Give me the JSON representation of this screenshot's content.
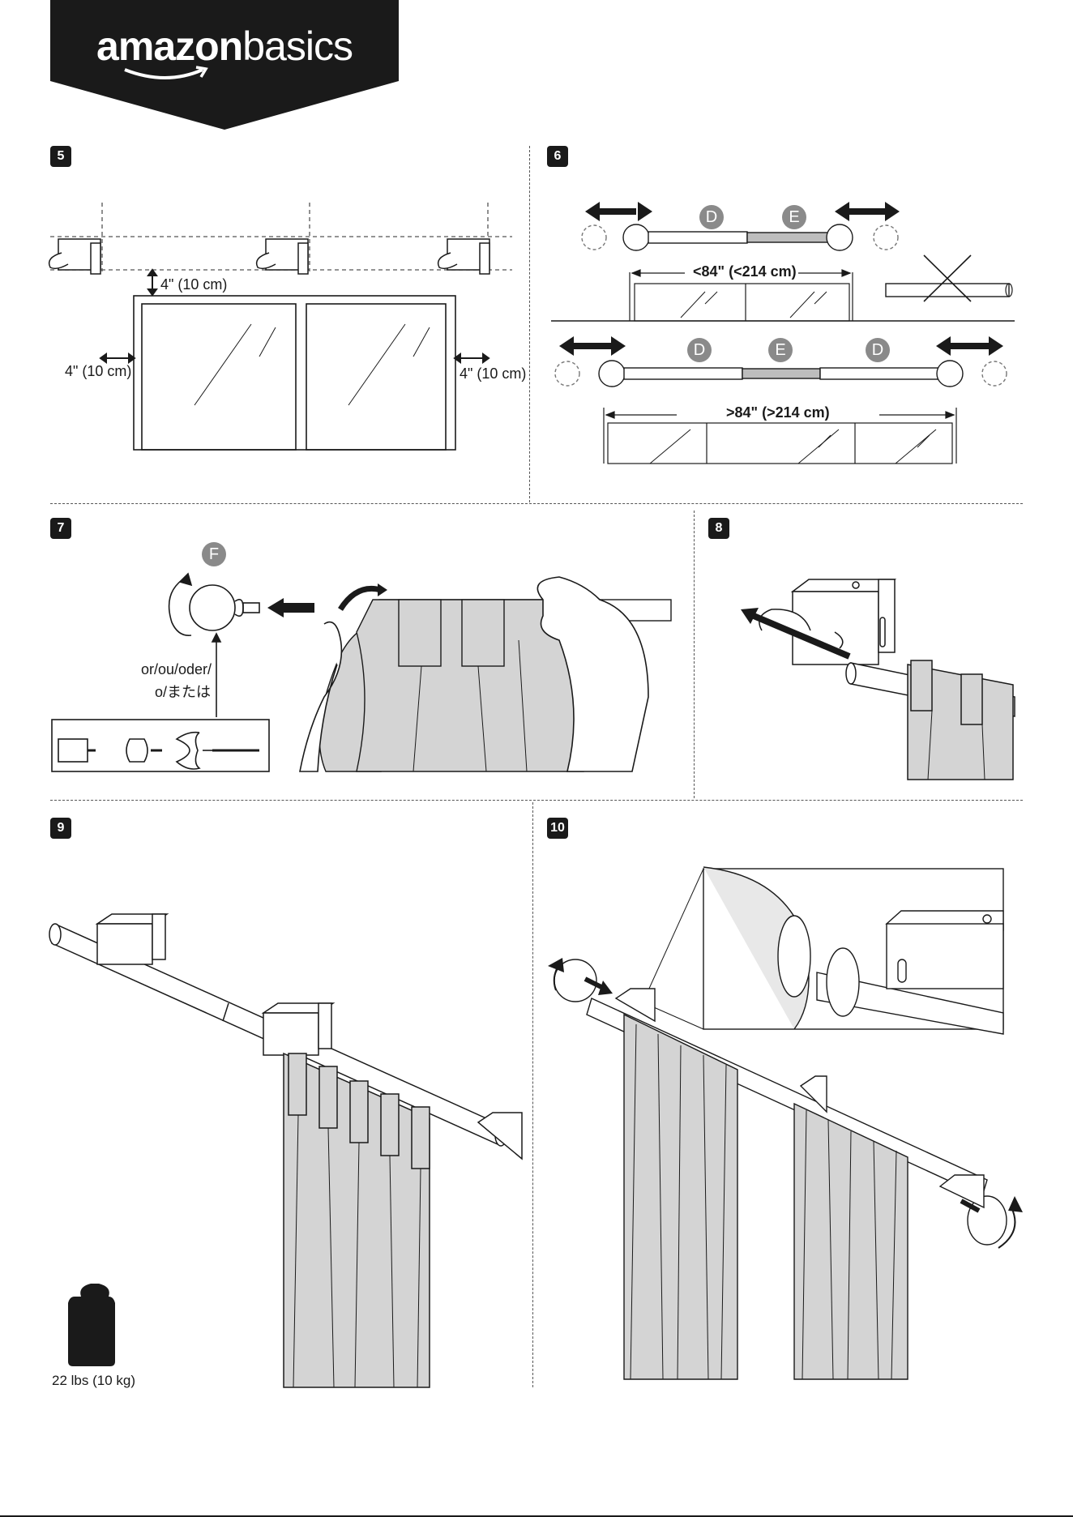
{
  "brand": {
    "bold": "amazon",
    "regular": "basics"
  },
  "steps": {
    "s5": "5",
    "s6": "6",
    "s7": "7",
    "s8": "8",
    "s9": "9",
    "s10": "10"
  },
  "step5": {
    "top_gap": "4\" (10 cm)",
    "left_gap": "4\" (10 cm)",
    "right_gap": "4\" (10 cm)"
  },
  "step6": {
    "short_label": "<84\" (<214 cm)",
    "long_label": ">84\" (>214 cm)",
    "part_d": "D",
    "part_e": "E"
  },
  "step7": {
    "part_f": "F",
    "or_text": "or/ou/oder/",
    "or_text_jp": "o/または"
  },
  "step9": {
    "weight": "22 lbs (10 kg)"
  },
  "colors": {
    "ink": "#1a1a1a",
    "fabric": "#d4d4d4",
    "rod_gray": "#bdbdbd"
  }
}
